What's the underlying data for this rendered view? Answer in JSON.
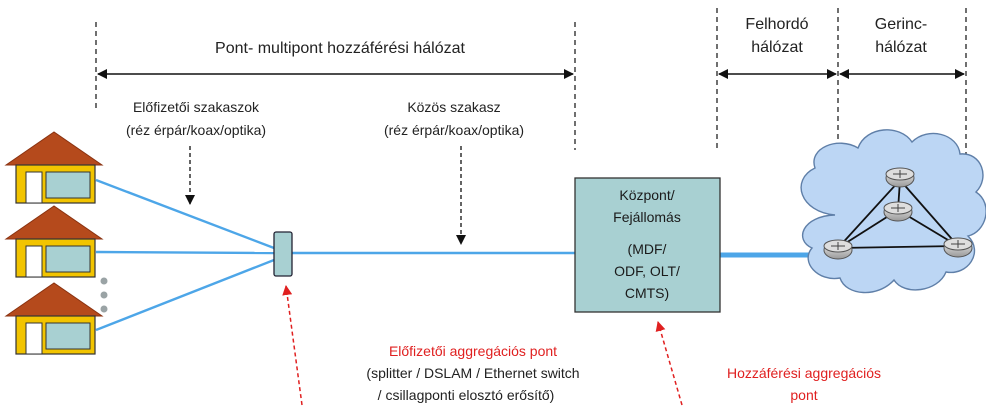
{
  "top_span_label": "Pont- multipont hozzáférési hálózat",
  "feeder_label_line1": "Felhordó",
  "feeder_label_line2": "hálózat",
  "core_label_line1": "Gerinc-",
  "core_label_line2": "hálózat",
  "subscriber_sections_line1": "Előfizetői szakaszok",
  "subscriber_sections_line2": "(réz érpár/koax/optika)",
  "common_section_line1": "Közös szakasz",
  "common_section_line2": "(réz érpár/koax/optika)",
  "central_line1": "Központ/",
  "central_line2": "Fejállomás",
  "central_line3": "(MDF/",
  "central_line4": "ODF, OLT/",
  "central_line5": "CMTS)",
  "sub_agg_line1": "Előfizetői aggregációs pont",
  "sub_agg_line2": "(splitter / DSLAM / Ethernet switch",
  "sub_agg_line3": "/ csillagponti elosztó erősítő)",
  "access_agg_line1": "Hozzáférési aggregációs",
  "access_agg_line2": "pont",
  "colors": {
    "line_blue": "#4da6e8",
    "box_fill": "#a8d0d2",
    "roof": "#b54a1c",
    "house_body": "#f2c400",
    "cloud": "#bcd6f4",
    "red_label": "#e02020"
  }
}
